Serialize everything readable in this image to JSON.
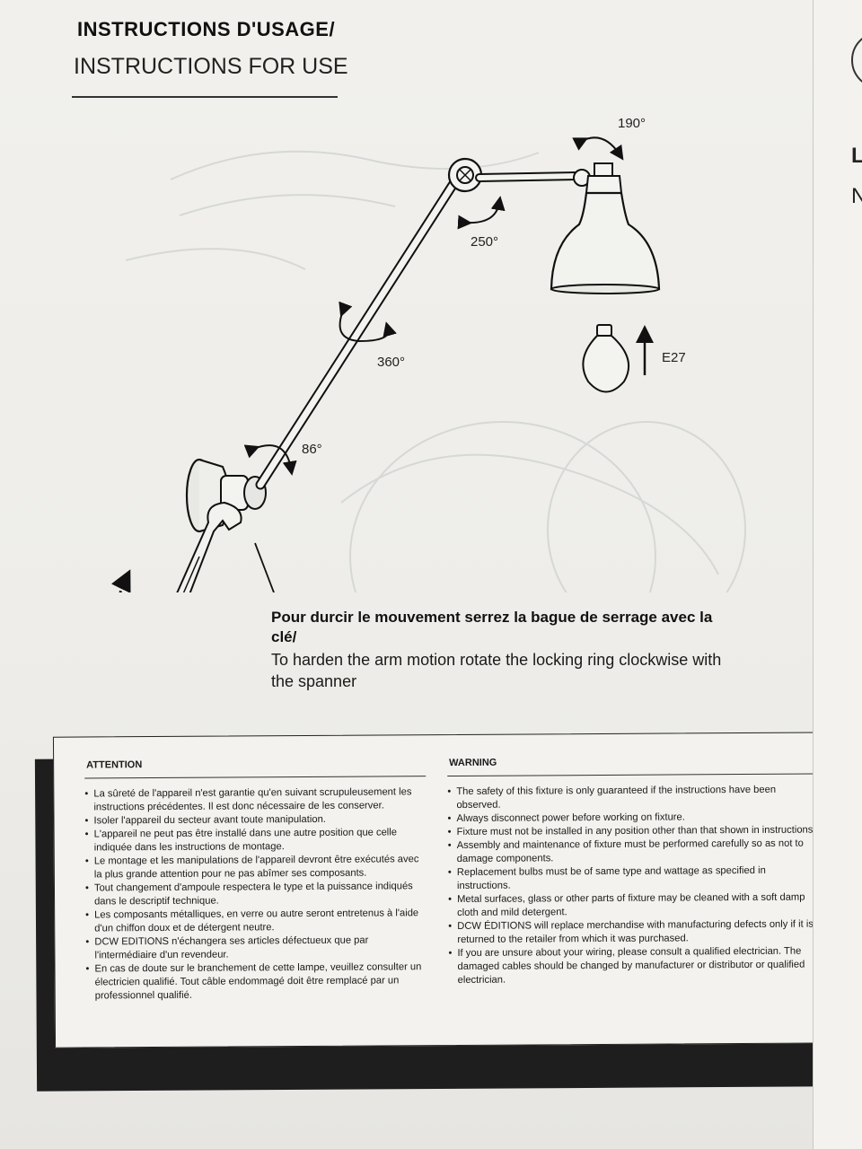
{
  "header": {
    "title_fr": "INSTRUCTIONS D'USAGE/",
    "title_en": "INSTRUCTIONS FOR USE"
  },
  "diagram": {
    "angles": [
      "190°",
      "250°",
      "360°",
      "86°"
    ],
    "bulb_label": "E27"
  },
  "caption": {
    "fr": "Pour durcir le mouvement serrez la bague de serrage avec la clé/",
    "en": "To harden the arm motion rotate the locking ring clockwise with the spanner"
  },
  "warnings": {
    "fr_heading": "ATTENTION",
    "fr_items": [
      "La sûreté de l'appareil n'est garantie qu'en suivant scrupuleusement les instructions précédentes. Il est donc nécessaire de les conserver.",
      "Isoler l'appareil du secteur avant toute manipulation.",
      "L'appareil ne peut pas être installé dans une autre position que celle indiquée dans les instructions de montage.",
      "Le montage et les manipulations de l'appareil devront être exécutés avec la plus grande attention pour ne pas abîmer ses composants.",
      "Tout changement d'ampoule respectera le type et la puissance indiqués dans le descriptif technique.",
      "Les composants métalliques, en verre ou autre seront entretenus à l'aide d'un chiffon doux et de détergent neutre.",
      "DCW EDITIONS n'échangera ses articles défectueux que par l'intermédiaire d'un revendeur.",
      "En cas de doute sur le branchement de cette lampe, veuillez consulter un électricien qualifié. Tout câble endommagé doit être remplacé par un professionnel qualifié."
    ],
    "en_heading": "WARNING",
    "en_items": [
      "The safety of this fixture is only guaranteed if the instructions have been observed.",
      "Always disconnect power before working on fixture.",
      "Fixture must not be installed in any position other than that shown in instructions.",
      "Assembly and maintenance of fixture must be performed carefully so as not to damage components.",
      "Replacement bulbs must be of same type and wattage as specified in instructions.",
      "Metal surfaces, glass or other parts of fixture may be cleaned with a soft damp cloth and mild detergent.",
      "DCW ÉDITIONS will replace merchandise with manufacturing defects only if it is returned to the retailer from which it was purchased.",
      "If you are unsure about your wiring, please consult a qualified electrician. The damaged cables should be changed by manufacturer or distributor or qualified electrician."
    ]
  },
  "side_page": {
    "letters": [
      "L",
      "N"
    ]
  }
}
